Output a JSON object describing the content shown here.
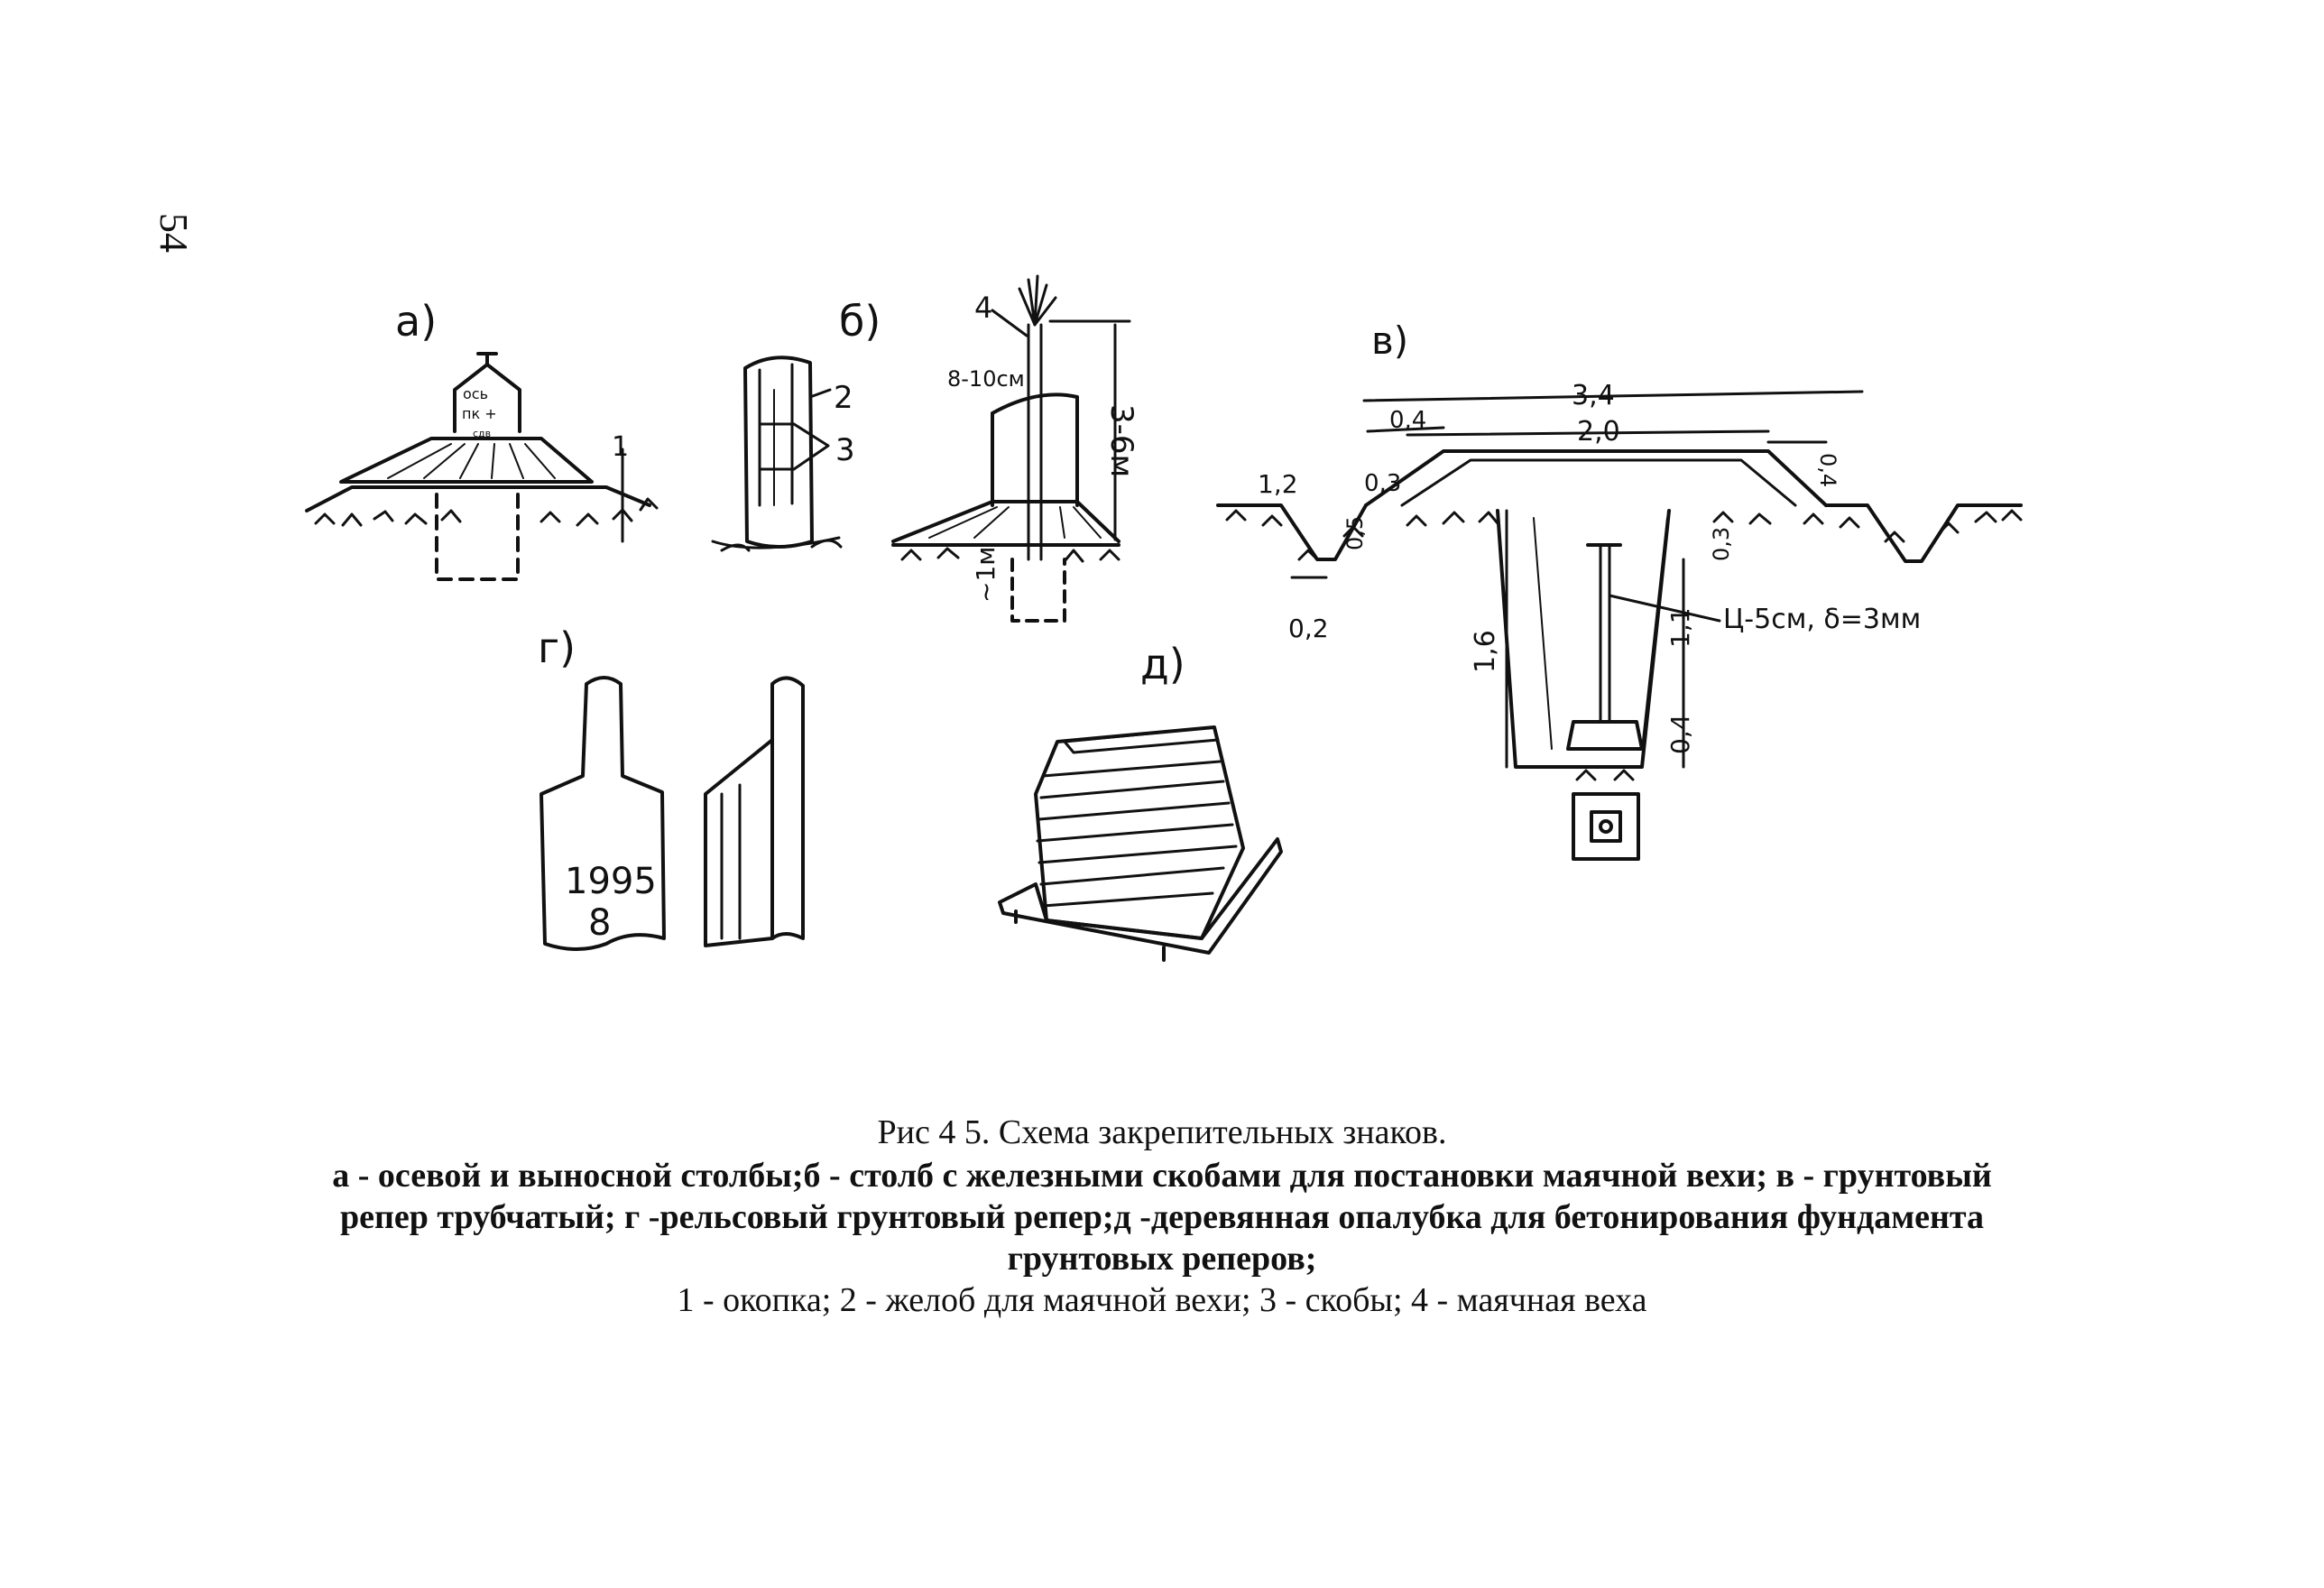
{
  "page_number": "54",
  "labels": {
    "fig_a": "а)",
    "fig_b": "б)",
    "fig_v": "в)",
    "fig_g": "г)",
    "fig_d": "д)",
    "post_os": "ось",
    "post_pk": "пк +",
    "post_sd": "сдв",
    "n1": "1",
    "n2": "2",
    "n3": "3",
    "n4": "4",
    "gap": "8-10см",
    "height": "3-6м",
    "depth": "~1м",
    "rail_year": "1995",
    "rail_num": "8",
    "v_3_4": "3,4",
    "v_0_4_top": "0,4",
    "v_2_0": "2,0",
    "v_0_4_right": "0,4",
    "v_1_2": "1,2",
    "v_0_3_left": "0,3",
    "v_0_5": "0,5",
    "v_0_2": "0,2",
    "v_0_3_right": "0,3",
    "v_1_6": "1,6",
    "v_1_1": "1,1",
    "v_0_4_bottom": "0,4",
    "v_pipe": "Ц-5см, δ=3мм"
  },
  "caption": {
    "title": "Рис 4 5. Схема закрепительных знаков.",
    "line1": "а - осевой и выносной столбы;б - столб с железными скобами для постановки маячной вехи; в - грунтовый",
    "line2": "репер трубчатый; г -рельсовый грунтовый репер;д -деревянная опалубка для бетонирования фундамента",
    "line3": "грунтовых реперов;",
    "line4": "1 - окопка; 2 - желоб для маячной вехи; 3 - скобы; 4 - маячная веха"
  }
}
